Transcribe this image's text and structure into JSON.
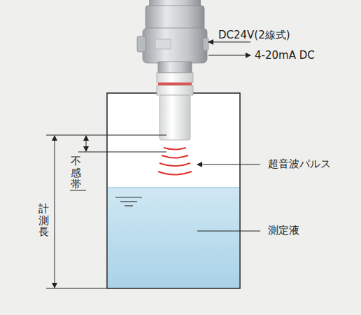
{
  "diagram": {
    "labels": [
      "DC24V(2線式)",
      "4-20mA DC",
      "超音波パルス",
      "測定液",
      "計測長",
      "不感帯"
    ]
  }
}
